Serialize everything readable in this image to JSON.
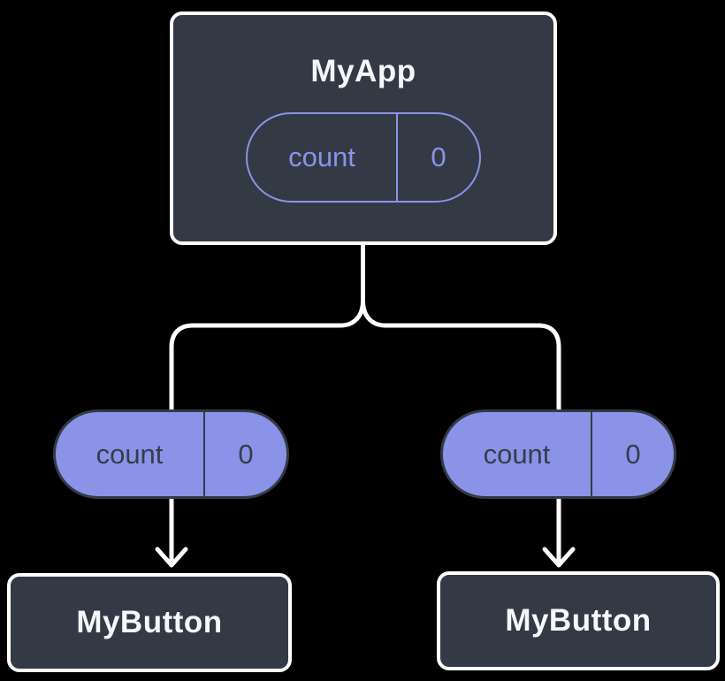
{
  "diagram": {
    "description": "React component tree sharing state",
    "background_color": "#000000",
    "colors": {
      "component_box_fill": "#333A45",
      "component_box_border": "#FFFFFF",
      "pill_purple": "#8B93E8",
      "pill_dark_text": "#363D49",
      "connector_line": "#FFFFFF"
    },
    "root": {
      "title": "MyApp",
      "state": {
        "name": "count",
        "value": "0"
      }
    },
    "children": [
      {
        "title": "MyButton",
        "prop": {
          "name": "count",
          "value": "0"
        }
      },
      {
        "title": "MyButton",
        "prop": {
          "name": "count",
          "value": "0"
        }
      }
    ]
  }
}
